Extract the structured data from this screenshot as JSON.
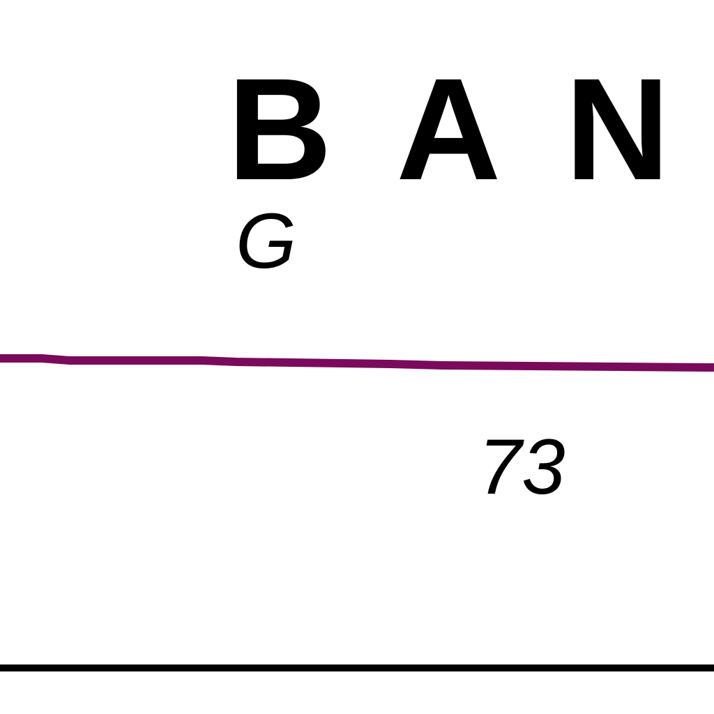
{
  "map": {
    "place_label": "BAN",
    "grid_letter": "G",
    "feature_number": "73",
    "colors": {
      "background": "#ffffff",
      "route_line": "#7a0a5c",
      "boundary_line": "#000000",
      "text": "#000000"
    }
  }
}
